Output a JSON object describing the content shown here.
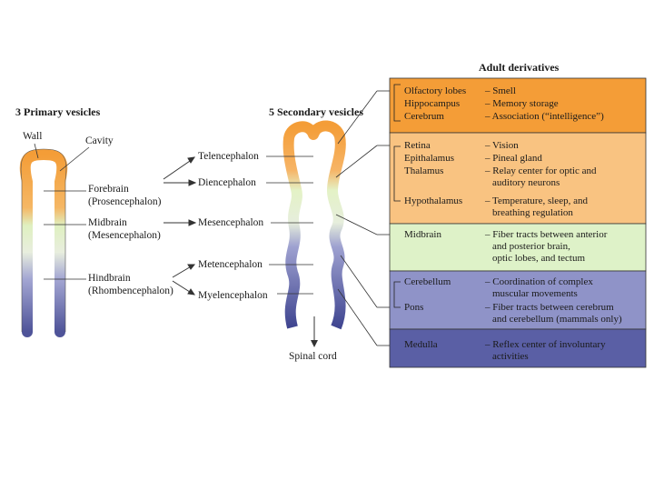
{
  "headings": {
    "primary": "3 Primary vesicles",
    "secondary": "5 Secondary vesicles",
    "adult": "Adult derivatives"
  },
  "primary_labels": {
    "wall": "Wall",
    "cavity": "Cavity",
    "forebrain": "Forebrain",
    "forebrain_alt": "(Prosencephalon)",
    "midbrain": "Midbrain",
    "midbrain_alt": "(Mesencephalon)",
    "hindbrain": "Hindbrain",
    "hindbrain_alt": "(Rhombencephalon)"
  },
  "secondary_labels": {
    "telencephalon": "Telencephalon",
    "diencephalon": "Diencephalon",
    "mesencephalon": "Mesencephalon",
    "metencephalon": "Metencephalon",
    "myelencephalon": "Myelencephalon",
    "spinal_cord": "Spinal cord"
  },
  "colors": {
    "orange": "#f49d37",
    "light_orange": "#f9c381",
    "green": "#def2c8",
    "purple": "#8f93c8",
    "navy": "#5a5fa5"
  },
  "derivatives": {
    "telencephalon": [
      {
        "structure": "Olfactory lobes",
        "function": "– Smell"
      },
      {
        "structure": "Hippocampus",
        "function": "– Memory storage"
      },
      {
        "structure": "Cerebrum",
        "function": "– Association (“intelligence”)"
      }
    ],
    "diencephalon": [
      {
        "structure": "Retina",
        "function": "– Vision"
      },
      {
        "structure": "Epithalamus",
        "function": "– Pineal gland"
      },
      {
        "structure": "Thalamus",
        "function": "– Relay center for optic and",
        "function2": "auditory neurons"
      },
      {
        "structure": "Hypothalamus",
        "function": "– Temperature, sleep, and",
        "function2": "breathing regulation"
      }
    ],
    "mesencephalon": [
      {
        "structure": "Midbrain",
        "function": "– Fiber tracts between anterior",
        "function2": "and posterior brain,",
        "function3": "optic lobes, and tectum"
      }
    ],
    "metencephalon": [
      {
        "structure": "Cerebellum",
        "function": "– Coordination of complex",
        "function2": "muscular movements"
      },
      {
        "structure": "Pons",
        "function": "– Fiber tracts between cerebrum",
        "function2": "and cerebellum (mammals only)"
      }
    ],
    "myelencephalon": [
      {
        "structure": "Medulla",
        "function": "– Reflex center of involuntary",
        "function2": "activities"
      }
    ]
  }
}
